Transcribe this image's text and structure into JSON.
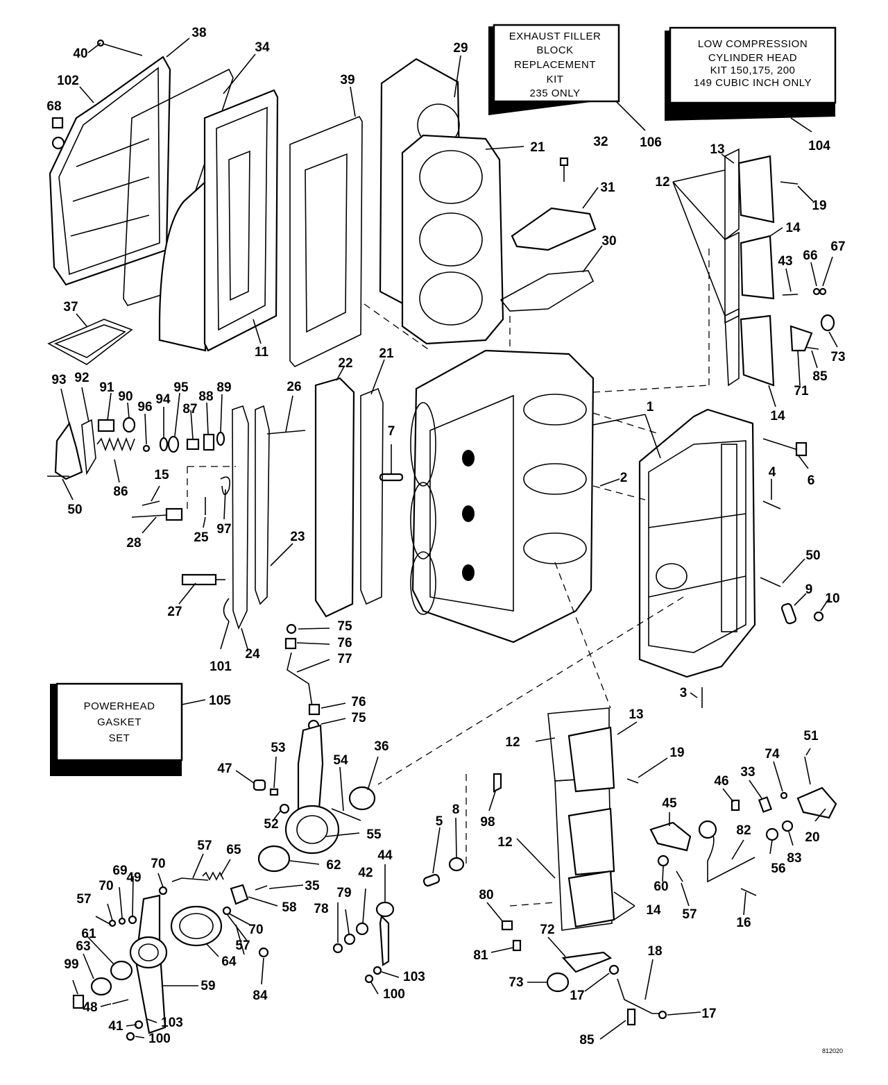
{
  "kit_boxes": {
    "exhaust": {
      "lines": [
        "EXHAUST FILLER",
        "BLOCK",
        "REPLACEMENT",
        "KIT",
        "235 ONLY"
      ],
      "ref": "106"
    },
    "low_compression": {
      "lines": [
        "LOW COMPRESSION",
        "CYLINDER HEAD",
        "KIT 150,175, 200",
        "149 CUBIC INCH ONLY"
      ],
      "ref": "104"
    },
    "powerhead": {
      "lines": [
        "POWERHEAD",
        "GASKET",
        "SET"
      ],
      "ref": "105"
    }
  },
  "callouts": [
    {
      "id": "40",
      "label": "40"
    },
    {
      "id": "38",
      "label": "38"
    },
    {
      "id": "34",
      "label": "34"
    },
    {
      "id": "102",
      "label": "102"
    },
    {
      "id": "68",
      "label": "68"
    },
    {
      "id": "39",
      "label": "39"
    },
    {
      "id": "29",
      "label": "29"
    },
    {
      "id": "21a",
      "label": "21"
    },
    {
      "id": "32",
      "label": "32"
    },
    {
      "id": "31",
      "label": "31"
    },
    {
      "id": "30",
      "label": "30"
    },
    {
      "id": "13a",
      "label": "13"
    },
    {
      "id": "12a",
      "label": "12"
    },
    {
      "id": "19a",
      "label": "19"
    },
    {
      "id": "14a",
      "label": "14"
    },
    {
      "id": "43",
      "label": "43"
    },
    {
      "id": "66",
      "label": "66"
    },
    {
      "id": "67",
      "label": "67"
    },
    {
      "id": "73a",
      "label": "73"
    },
    {
      "id": "85a",
      "label": "85"
    },
    {
      "id": "71",
      "label": "71"
    },
    {
      "id": "14b",
      "label": "14"
    },
    {
      "id": "37",
      "label": "37"
    },
    {
      "id": "11",
      "label": "11"
    },
    {
      "id": "22",
      "label": "22"
    },
    {
      "id": "21b",
      "label": "21"
    },
    {
      "id": "93",
      "label": "93"
    },
    {
      "id": "92",
      "label": "92"
    },
    {
      "id": "91",
      "label": "91"
    },
    {
      "id": "90",
      "label": "90"
    },
    {
      "id": "96",
      "label": "96"
    },
    {
      "id": "94",
      "label": "94"
    },
    {
      "id": "95",
      "label": "95"
    },
    {
      "id": "87",
      "label": "87"
    },
    {
      "id": "88",
      "label": "88"
    },
    {
      "id": "89",
      "label": "89"
    },
    {
      "id": "26",
      "label": "26"
    },
    {
      "id": "7",
      "label": "7"
    },
    {
      "id": "1",
      "label": "1"
    },
    {
      "id": "6",
      "label": "6"
    },
    {
      "id": "86",
      "label": "86"
    },
    {
      "id": "50a",
      "label": "50"
    },
    {
      "id": "15",
      "label": "15"
    },
    {
      "id": "2",
      "label": "2"
    },
    {
      "id": "4",
      "label": "4"
    },
    {
      "id": "28",
      "label": "28"
    },
    {
      "id": "25",
      "label": "25"
    },
    {
      "id": "97",
      "label": "97"
    },
    {
      "id": "23",
      "label": "23"
    },
    {
      "id": "50b",
      "label": "50"
    },
    {
      "id": "9",
      "label": "9"
    },
    {
      "id": "10",
      "label": "10"
    },
    {
      "id": "27",
      "label": "27"
    },
    {
      "id": "75a",
      "label": "75"
    },
    {
      "id": "76a",
      "label": "76"
    },
    {
      "id": "101",
      "label": "101"
    },
    {
      "id": "24",
      "label": "24"
    },
    {
      "id": "77",
      "label": "77"
    },
    {
      "id": "3",
      "label": "3"
    },
    {
      "id": "76b",
      "label": "76"
    },
    {
      "id": "75b",
      "label": "75"
    },
    {
      "id": "13b",
      "label": "13"
    },
    {
      "id": "12b",
      "label": "12"
    },
    {
      "id": "53",
      "label": "53"
    },
    {
      "id": "47",
      "label": "47"
    },
    {
      "id": "54",
      "label": "54"
    },
    {
      "id": "36",
      "label": "36"
    },
    {
      "id": "19b",
      "label": "19"
    },
    {
      "id": "51",
      "label": "51"
    },
    {
      "id": "52",
      "label": "52"
    },
    {
      "id": "98",
      "label": "98"
    },
    {
      "id": "8",
      "label": "8"
    },
    {
      "id": "46",
      "label": "46"
    },
    {
      "id": "33",
      "label": "33"
    },
    {
      "id": "74",
      "label": "74"
    },
    {
      "id": "45",
      "label": "45"
    },
    {
      "id": "5",
      "label": "5"
    },
    {
      "id": "55",
      "label": "55"
    },
    {
      "id": "57a",
      "label": "57"
    },
    {
      "id": "65",
      "label": "65"
    },
    {
      "id": "62",
      "label": "62"
    },
    {
      "id": "44",
      "label": "44"
    },
    {
      "id": "12c",
      "label": "12"
    },
    {
      "id": "82",
      "label": "82"
    },
    {
      "id": "20",
      "label": "20"
    },
    {
      "id": "70a",
      "label": "70"
    },
    {
      "id": "49",
      "label": "49"
    },
    {
      "id": "69",
      "label": "69"
    },
    {
      "id": "70b",
      "label": "70"
    },
    {
      "id": "42",
      "label": "42"
    },
    {
      "id": "56",
      "label": "56"
    },
    {
      "id": "83",
      "label": "83"
    },
    {
      "id": "57b",
      "label": "57"
    },
    {
      "id": "35",
      "label": "35"
    },
    {
      "id": "79",
      "label": "79"
    },
    {
      "id": "60",
      "label": "60"
    },
    {
      "id": "58",
      "label": "58"
    },
    {
      "id": "14c",
      "label": "14"
    },
    {
      "id": "57c",
      "label": "57"
    },
    {
      "id": "16",
      "label": "16"
    },
    {
      "id": "78",
      "label": "78"
    },
    {
      "id": "80",
      "label": "80"
    },
    {
      "id": "70c",
      "label": "70"
    },
    {
      "id": "61",
      "label": "61"
    },
    {
      "id": "57d",
      "label": "57"
    },
    {
      "id": "64",
      "label": "64"
    },
    {
      "id": "81",
      "label": "81"
    },
    {
      "id": "72",
      "label": "72"
    },
    {
      "id": "63",
      "label": "63"
    },
    {
      "id": "103a",
      "label": "103"
    },
    {
      "id": "99",
      "label": "99"
    },
    {
      "id": "84",
      "label": "84"
    },
    {
      "id": "59",
      "label": "59"
    },
    {
      "id": "100a",
      "label": "100"
    },
    {
      "id": "73b",
      "label": "73"
    },
    {
      "id": "18",
      "label": "18"
    },
    {
      "id": "17a",
      "label": "17"
    },
    {
      "id": "48",
      "label": "48"
    },
    {
      "id": "41",
      "label": "41"
    },
    {
      "id": "103b",
      "label": "103"
    },
    {
      "id": "85b",
      "label": "85"
    },
    {
      "id": "17b",
      "label": "17"
    },
    {
      "id": "100b",
      "label": "100"
    }
  ],
  "figure_ref": "812020"
}
